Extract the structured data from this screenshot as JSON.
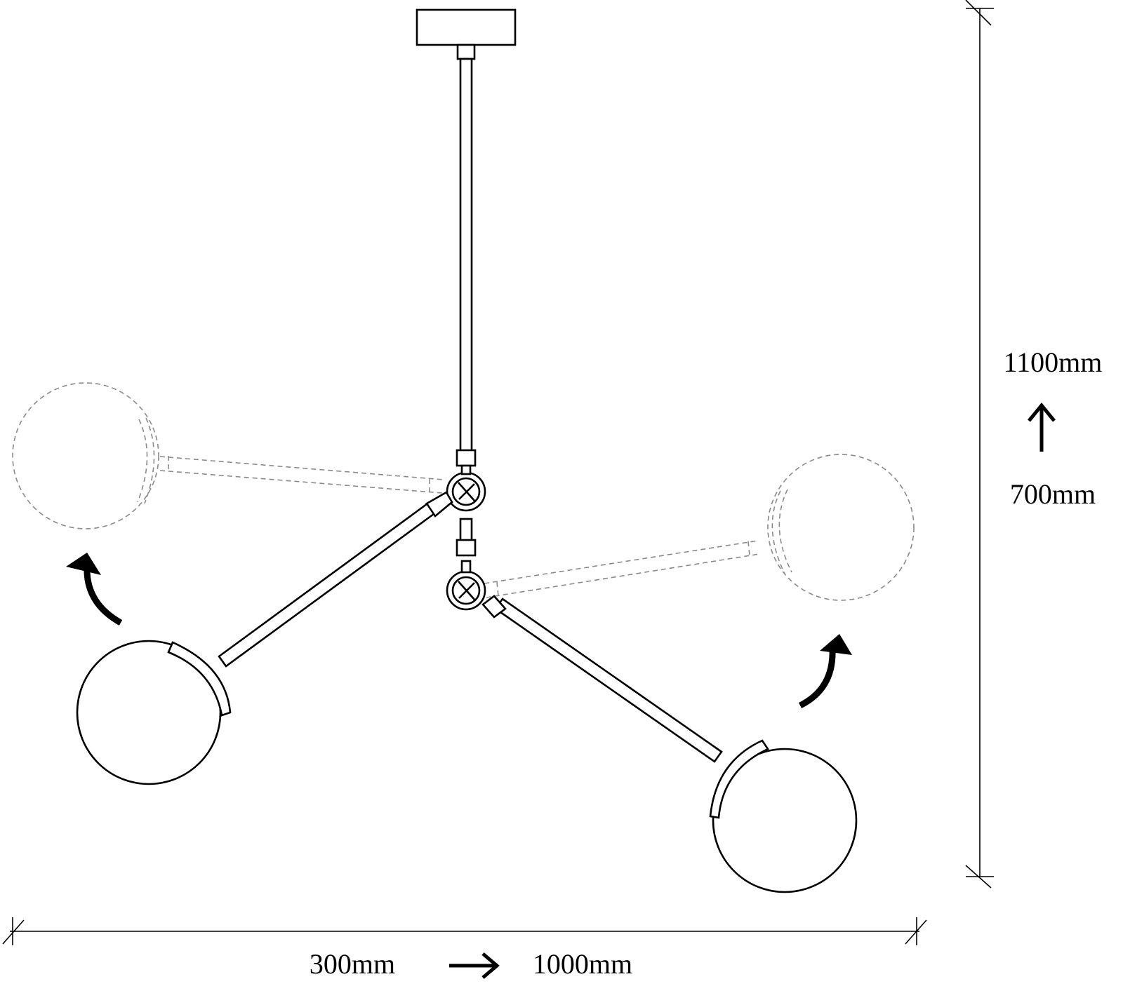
{
  "dimensions": {
    "height_max": "1100mm",
    "height_min": "700mm",
    "width_min": "300mm",
    "width_max": "1000mm"
  },
  "colors": {
    "line": "#000000",
    "ghost_line": "#8a8a8a",
    "background": "#ffffff"
  },
  "icons": {
    "height_arrow": "arrow-up-icon",
    "width_arrow": "arrow-right-icon",
    "rotate_left": "curved-arrow-icon",
    "rotate_right": "curved-arrow-icon"
  }
}
